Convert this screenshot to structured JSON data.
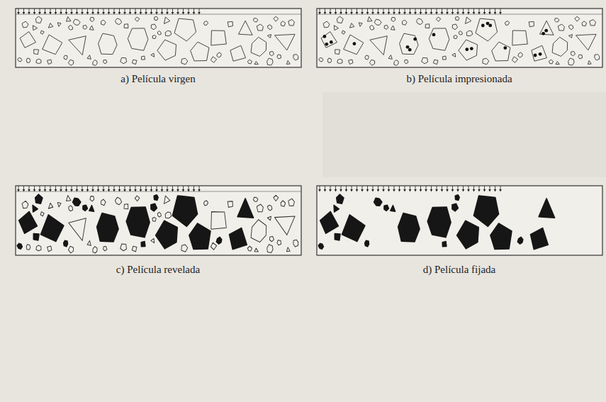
{
  "diagram": {
    "labels": [
      "a) Película virgen",
      "b) Película impresionada",
      "c) Película revelada",
      "d) Película fijada"
    ]
  }
}
